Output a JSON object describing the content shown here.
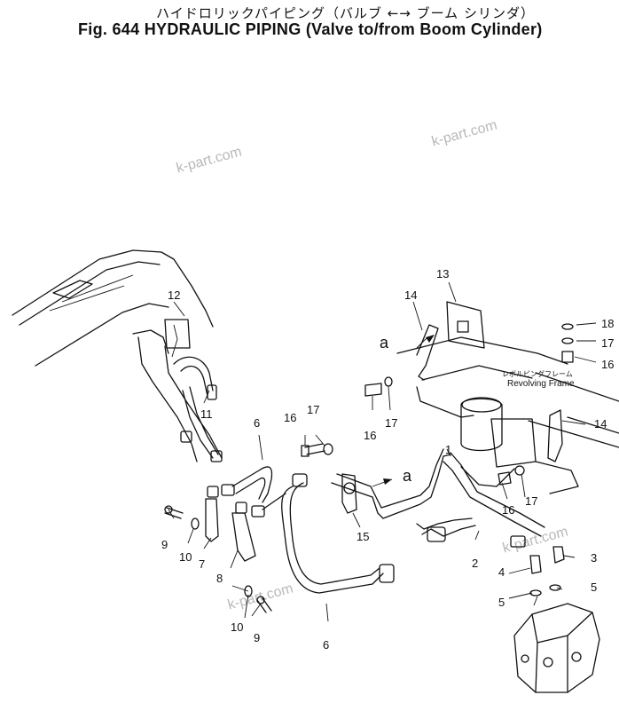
{
  "title": {
    "japanese": "ハイドロリックパイピング（バルブ ←→ ブーム シリンダ）",
    "english": "Fig. 644 HYDRAULIC PIPING (Valve to/from Boom Cylinder)"
  },
  "watermarks": [
    "k-part.com",
    "k-part.com",
    "k-part.com",
    "k-part.com"
  ],
  "frame_label": {
    "japanese": "レボルビングフレーム",
    "english": "Revolving Frame"
  },
  "callouts": {
    "c1": "1",
    "c2": "2",
    "c3": "3",
    "c4": "4",
    "c5a": "5",
    "c5b": "5",
    "c6a": "6",
    "c6b": "6",
    "c7": "7",
    "c8": "8",
    "c9a": "9",
    "c9b": "9",
    "c10a": "10",
    "c10b": "10",
    "c11": "11",
    "c12": "12",
    "c13": "13",
    "c14a": "14",
    "c14b": "14",
    "c15": "15",
    "c16a": "16",
    "c16b": "16",
    "c16c": "16",
    "c16d": "16",
    "c17a": "17",
    "c17b": "17",
    "c17c": "17",
    "c17d": "17",
    "c18": "18",
    "aa": "a",
    "ab": "a"
  }
}
